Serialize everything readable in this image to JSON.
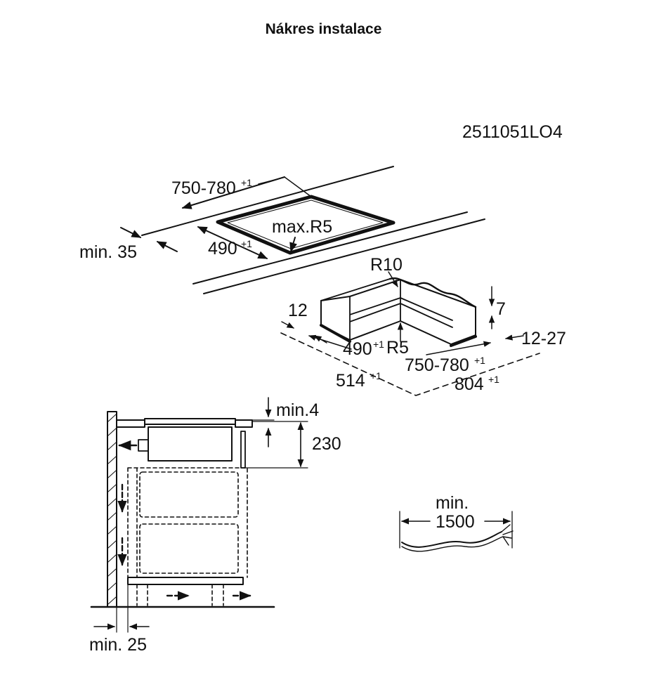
{
  "page_title": "Nákres instalace",
  "drawing_code": "2511051LO4",
  "cutout": {
    "width_label": "750-780",
    "width_tol": "+1",
    "depth_label": "490",
    "depth_tol": "+1",
    "edge_label": "min. 35",
    "radius_label": "max.R5"
  },
  "frame": {
    "outer_radius": "R10",
    "inner_radius": "R5",
    "rim_label": "12",
    "height_label": "7",
    "overhang_label": "12-27",
    "inner_depth": "490",
    "inner_depth_tol": "+1",
    "inner_width": "750-780",
    "inner_width_tol": "+1",
    "outer_depth": "514",
    "outer_depth_tol": "+1",
    "outer_width": "804",
    "outer_width_tol": "+1"
  },
  "cabinet": {
    "gap_label": "min.4",
    "height_label": "230",
    "wall_gap_label": "min. 25"
  },
  "cable": {
    "label_line1": "min.",
    "label_line2": "1500"
  }
}
